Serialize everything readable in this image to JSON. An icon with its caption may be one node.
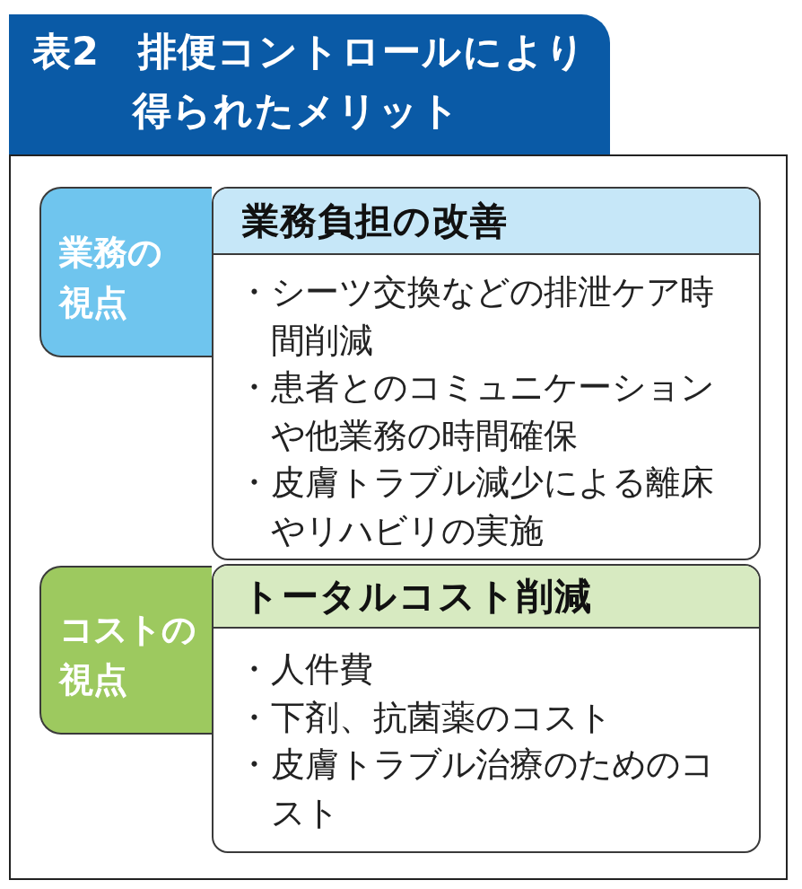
{
  "diagram": {
    "title": "表2　排便コントロールにより得られたメリット",
    "nodes": [
      {
        "text": [
          "業務の視点"
        ]
      },
      {
        "text": [
          "業務負担の改善",
          "・シーツ交換などの排泄ケア時間削減",
          "・患者とのコミュニケーションや他業務の時間確保",
          "・皮膚トラブル減少による離床やリハビリの実施"
        ]
      },
      {
        "text": [
          "コストの視点"
        ]
      },
      {
        "text": [
          "トータルコスト削減",
          "・人件費",
          "・下剤、抗菌薬のコスト",
          "・皮膚トラブル治療のためのコスト"
        ]
      }
    ]
  }
}
